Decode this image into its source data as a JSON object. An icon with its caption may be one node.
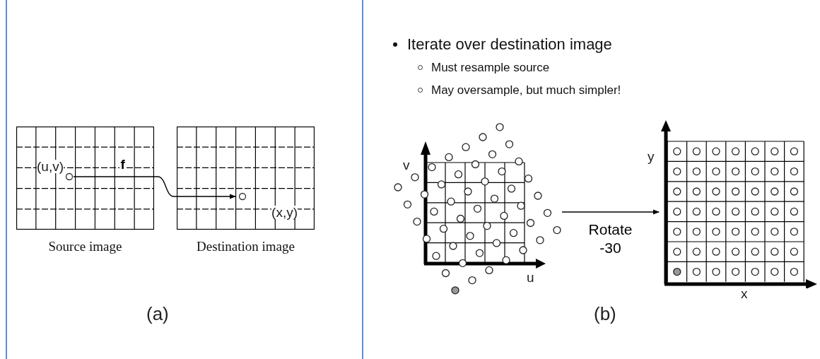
{
  "diagram": {
    "nodes": [
      {
        "text": [
          "Source image"
        ]
      },
      {
        "text": [
          "Destination image"
        ]
      },
      {
        "text": [
          "(u,v)"
        ],
        "in": 0
      },
      {
        "text": [
          "(x,y)"
        ],
        "in": 1
      },
      {
        "text": [
          "v",
          "u"
        ]
      },
      {
        "text": [],
        "shape": "picture",
        "beside": [
          "y",
          "x"
        ]
      }
    ],
    "edges": [
      {
        "from": 2,
        "to": 3,
        "arrow": "to",
        "label": "f"
      },
      {
        "from": 4,
        "to": 5,
        "arrow": "to",
        "label": "Rotate -30"
      }
    ],
    "labels": [
      "Iterate over destination image",
      "Must resample source",
      "May oversample, but much simpler!",
      "(a)",
      "(b)"
    ]
  }
}
